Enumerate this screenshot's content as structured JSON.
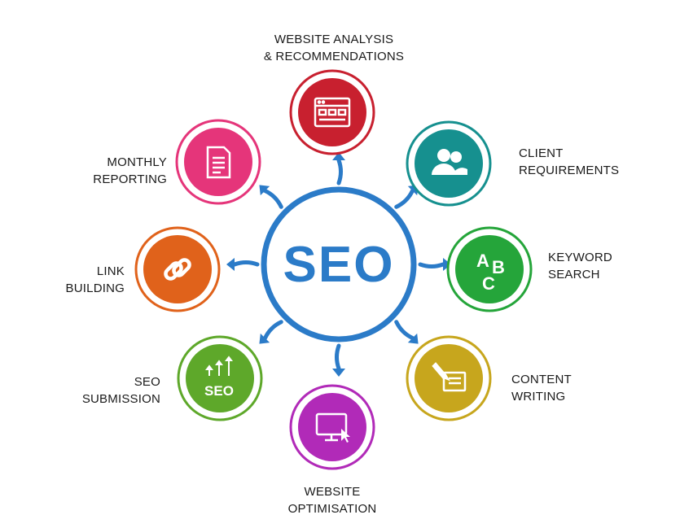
{
  "center": {
    "label": "SEO",
    "color": "#2b7bc8"
  },
  "nodes": [
    {
      "id": "website-analysis",
      "lines": [
        "WEBSITE ANALYSIS",
        "& RECOMMENDATIONS"
      ],
      "color": "#c8202f",
      "icon": "browser-window-icon"
    },
    {
      "id": "client-requirements",
      "lines": [
        "CLIENT",
        "REQUIREMENTS"
      ],
      "color": "#16908f",
      "icon": "users-icon"
    },
    {
      "id": "keyword-search",
      "lines": [
        "KEYWORD",
        "SEARCH"
      ],
      "color": "#25a53a",
      "icon": "abc-letters-icon",
      "icon_text": "ABC"
    },
    {
      "id": "content-writing",
      "lines": [
        "CONTENT",
        "WRITING"
      ],
      "color": "#c7a61d",
      "icon": "pen-document-icon"
    },
    {
      "id": "website-optimisation",
      "lines": [
        "WEBSITE",
        "OPTIMISATION"
      ],
      "color": "#b12ab8",
      "icon": "monitor-cursor-icon"
    },
    {
      "id": "seo-submission",
      "lines": [
        "SEO",
        "SUBMISSION"
      ],
      "color": "#5ea82a",
      "icon": "seo-arrows-icon",
      "icon_text": "SEO"
    },
    {
      "id": "link-building",
      "lines": [
        "LINK",
        "BUILDING"
      ],
      "color": "#e0621b",
      "icon": "chain-link-icon"
    },
    {
      "id": "monthly-reporting",
      "lines": [
        "MONTHLY",
        "REPORTING"
      ],
      "color": "#e5357a",
      "icon": "document-icon"
    }
  ]
}
